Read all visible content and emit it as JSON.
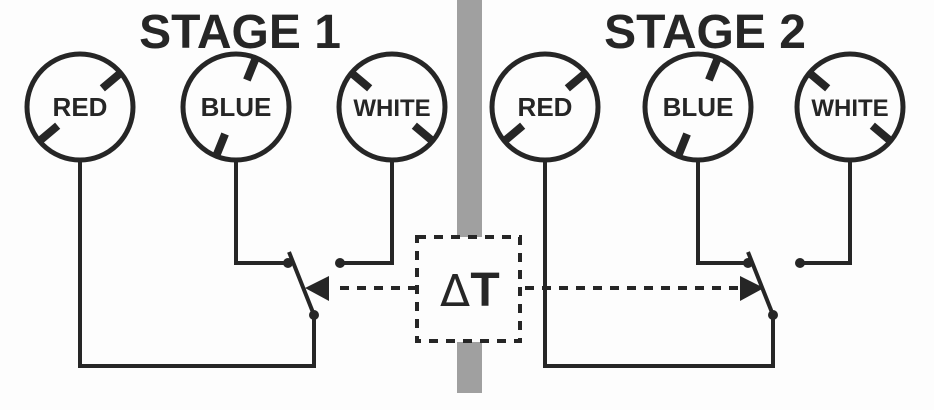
{
  "stages": [
    {
      "title": "STAGE 1",
      "lamps": [
        "RED",
        "BLUE",
        "WHITE"
      ]
    },
    {
      "title": "STAGE 2",
      "lamps": [
        "RED",
        "BLUE",
        "WHITE"
      ]
    }
  ],
  "timer": {
    "delta": "Δ",
    "label": "T"
  },
  "colors": {
    "line": "#262626",
    "divider": "#a0a0a0",
    "background": "#fdfdfd"
  }
}
